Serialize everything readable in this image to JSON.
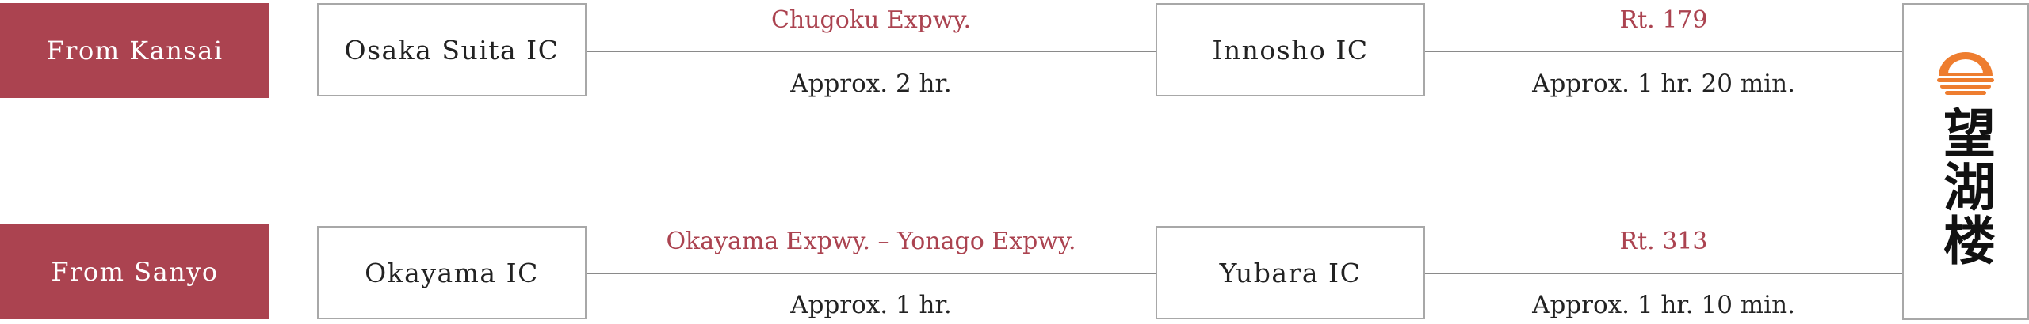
{
  "destination": {
    "name": "望湖楼",
    "logo_icon": "sun-over-lake-icon",
    "logo_color": "#ee7d2f"
  },
  "colors": {
    "accent": "#ab4350",
    "line": "#8a8a8a",
    "box_border": "#a8a8a8"
  },
  "routes": [
    {
      "origin": "From Kansai",
      "start_ic": "Osaka Suita IC",
      "leg1_road": "Chugoku Expwy.",
      "leg1_time": "Approx. 2 hr.",
      "mid_ic": "Innosho IC",
      "leg2_road": "Rt. 179",
      "leg2_time": "Approx. 1 hr. 20 min."
    },
    {
      "origin": "From Sanyo",
      "start_ic": "Okayama IC",
      "leg1_road": "Okayama Expwy. – Yonago Expwy.",
      "leg1_time": "Approx. 1 hr.",
      "mid_ic": "Yubara IC",
      "leg2_road": "Rt. 313",
      "leg2_time": "Approx. 1 hr. 10 min."
    }
  ]
}
